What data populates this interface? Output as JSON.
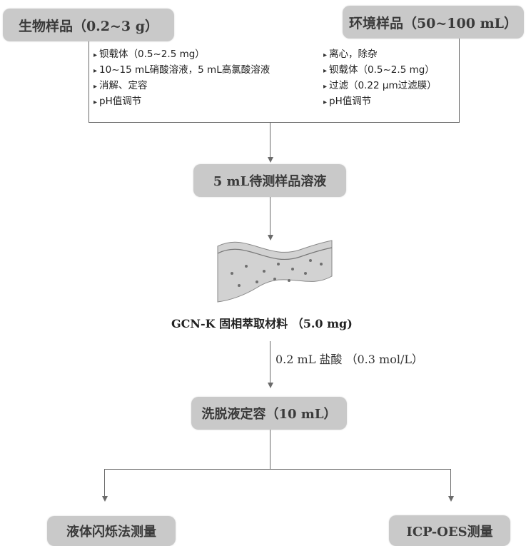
{
  "bio_sample": {
    "title": "生物样品（0.2~3 g）",
    "steps": [
      "钡载体（0.5~2.5 mg）",
      "10~15 mL硝酸溶液，5 mL高氯酸溶液",
      "消解、定容",
      "pH值调节"
    ]
  },
  "env_sample": {
    "title": "环境样品（50~100 mL）",
    "steps": [
      "离心，除杂",
      "钡载体（0.5~2.5 mg）",
      "过滤（0.22 μm过滤膜）",
      "pH值调节"
    ]
  },
  "test_solution": {
    "label": "5 mL待测样品溶液"
  },
  "extraction": {
    "material_label": "GCN-K 固相萃取材料 （5.0 mg)",
    "reagent_label": "0.2 mL 盐酸 （0.3 mol/L）"
  },
  "eluent": {
    "label": "洗脱液定容（10 mL）"
  },
  "outputs": {
    "left": "液体闪烁法测量",
    "right": "ICP-OES测量"
  },
  "colors": {
    "box_fill": "#c9c9c9",
    "line": "#6a6a6a",
    "material_fill": "#d2d2d2",
    "dots": "#6f6f6f"
  }
}
